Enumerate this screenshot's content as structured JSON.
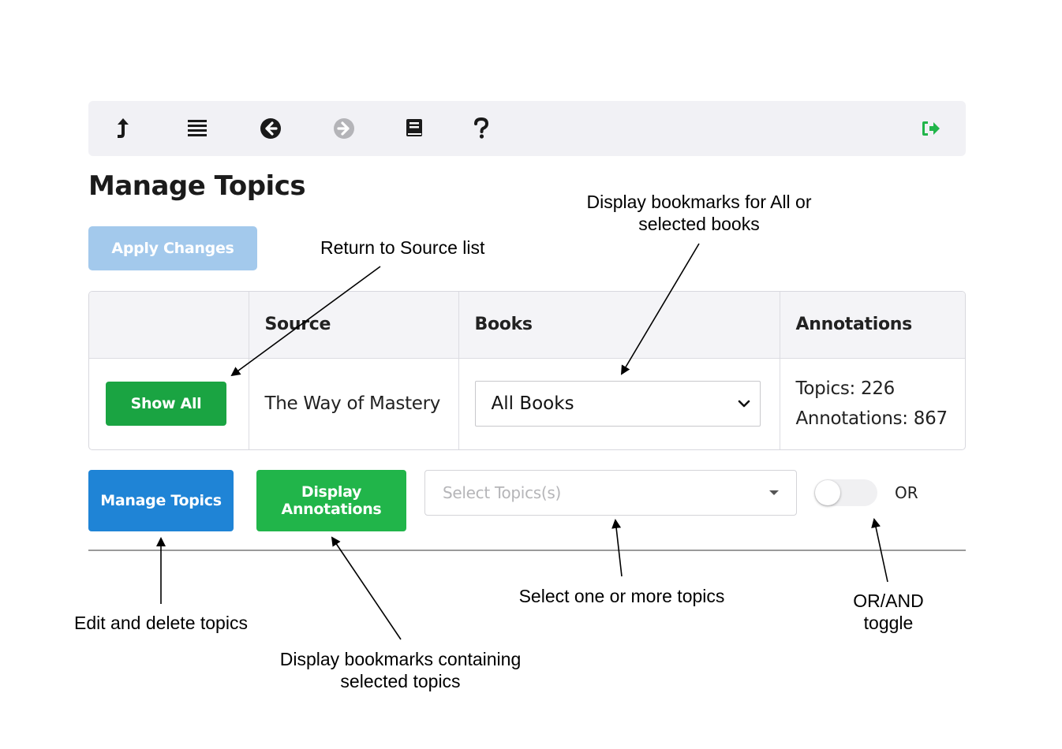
{
  "toolbar": {
    "icons": [
      {
        "name": "up-arrow-icon"
      },
      {
        "name": "list-icon"
      },
      {
        "name": "back-circle-icon"
      },
      {
        "name": "forward-circle-icon",
        "disabled": true
      },
      {
        "name": "book-icon"
      },
      {
        "name": "help-icon"
      },
      {
        "name": "logout-icon",
        "color": "#21b54a"
      }
    ]
  },
  "page": {
    "title": "Manage Topics",
    "apply_label": "Apply Changes"
  },
  "table": {
    "headers": [
      "",
      "Source",
      "Books",
      "Annotations"
    ],
    "row": {
      "show_all_label": "Show All",
      "source": "The Way of Mastery",
      "books_selected": "All Books",
      "topics_count": "Topics: 226",
      "annotations_count": "Annotations: 867"
    }
  },
  "controls": {
    "manage_label": "Manage Topics",
    "display_label": "Display Annotations",
    "topics_placeholder": "Select Topics(s)",
    "toggle_label": "OR",
    "toggle_on": false
  },
  "annotations": {
    "return_source": "Return to Source list",
    "display_books": "Display bookmarks for All or selected books",
    "edit_delete": "Edit and delete topics",
    "display_containing": "Display bookmarks containing selected topics",
    "select_topics": "Select one or more topics",
    "or_and": "OR/AND toggle"
  },
  "colors": {
    "primary_blue": "#1f84d6",
    "apply_disabled": "#a3c9ec",
    "green": "#21b54a",
    "show_all_green": "#1aa442",
    "toolbar_bg": "#f1f1f5"
  }
}
